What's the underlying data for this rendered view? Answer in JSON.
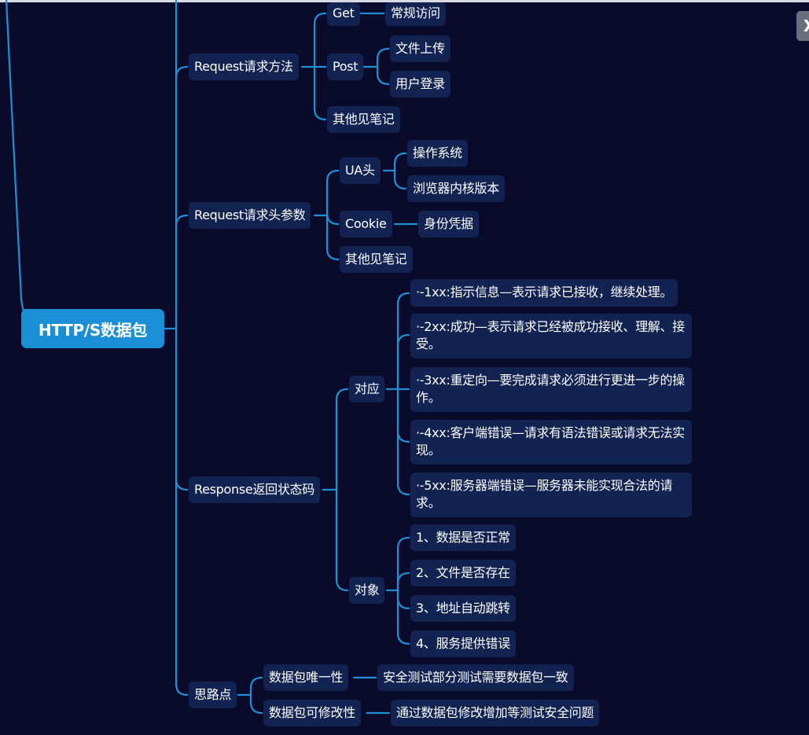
{
  "root": "HTTP/S数据包",
  "close_label": "X",
  "colors": {
    "background": "#0a0a2a",
    "node": "#122352",
    "root": "#1a8fd6",
    "line": "#1f8fd6"
  },
  "nodes": {
    "m1": "Request请求方法",
    "get": "Get",
    "get_1": "常规访问",
    "post": "Post",
    "post_1": "文件上传",
    "post_2": "用户登录",
    "m1_other": "其他见笔记",
    "m2": "Request请求头参数",
    "ua": "UA头",
    "ua_1": "操作系统",
    "ua_2": "浏览器内核版本",
    "cookie": "Cookie",
    "cookie_1": "身份凭据",
    "m2_other": "其他见笔记",
    "m3": "Response返回状态码",
    "dy": "对应",
    "dy_1": "·-1xx:指示信息—表示请求已接收，继续处理。",
    "dy_2": "·-2xx:成功—表示请求已经被成功接收、理解、接受。",
    "dy_3": "·-3xx:重定向—要完成请求必须进行更进一步的操作。",
    "dy_4": "·-4xx:客户端错误—请求有语法错误或请求无法实现。",
    "dy_5": "·-5xx:服务器端错误—服务器未能实现合法的请求。",
    "dx": "对象",
    "dx_1": "1、数据是否正常",
    "dx_2": "2、文件是否存在",
    "dx_3": "3、地址自动跳转",
    "dx_4": "4、服务提供错误",
    "m4": "思路点",
    "s1": "数据包唯一性",
    "s1_1": "安全测试部分测试需要数据包一致",
    "s2": "数据包可修改性",
    "s2_1": "通过数据包修改增加等测试安全问题"
  }
}
